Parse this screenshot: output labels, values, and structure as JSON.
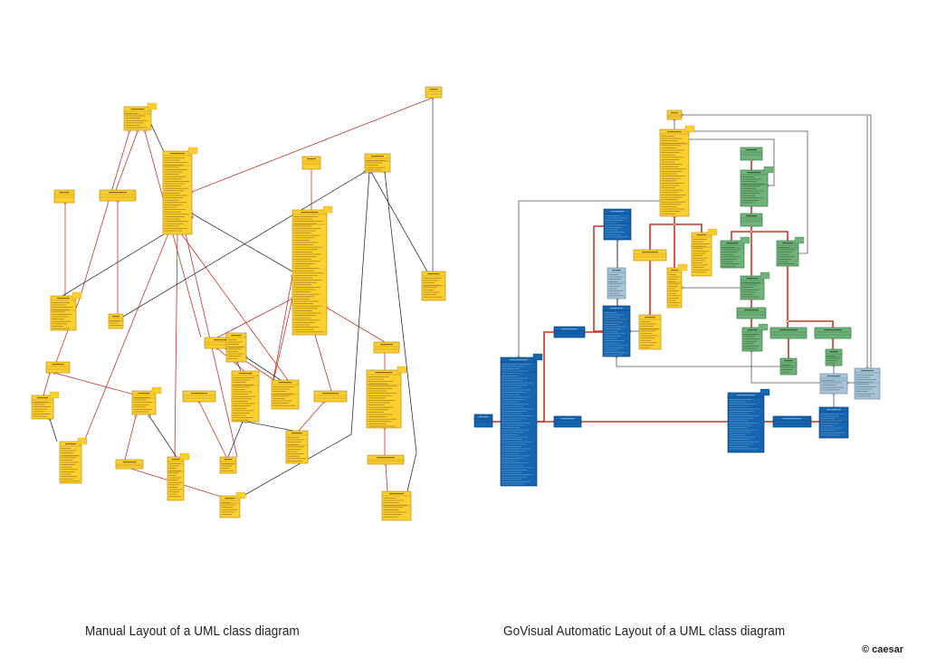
{
  "captions": {
    "manual": "Manual Layout of a UML class diagram",
    "automatic": "GoVisual Automatic Layout of a UML class diagram"
  },
  "copyright": "© caesar",
  "colors": {
    "class_yellow": "#fdd02f",
    "class_green": "#6fb27a",
    "class_blue": "#1565b0",
    "class_lightblue": "#a9c4d6",
    "inheritance_red": "#c0392b",
    "association_black": "#333333"
  }
}
